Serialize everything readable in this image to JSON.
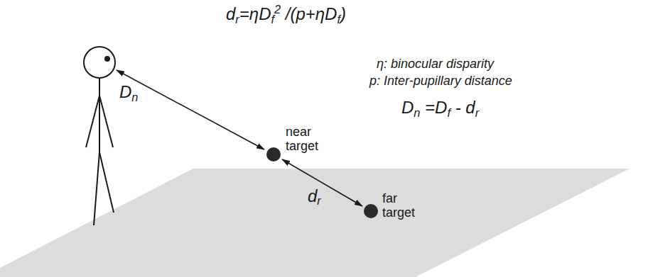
{
  "diagram": {
    "nodes": [
      {
        "text": [
          "near target"
        ]
      },
      {
        "text": [
          "far target"
        ]
      }
    ],
    "edges": [
      {
        "from": 0,
        "to": 1,
        "arrow": "both",
        "label": "dr"
      }
    ],
    "labels": [
      "dr=ηDf2 /(p+ηDf)",
      "η: binocular disparity",
      "p: Inter-pupillary distance",
      "Dn =Df - dr",
      "Dn"
    ]
  }
}
